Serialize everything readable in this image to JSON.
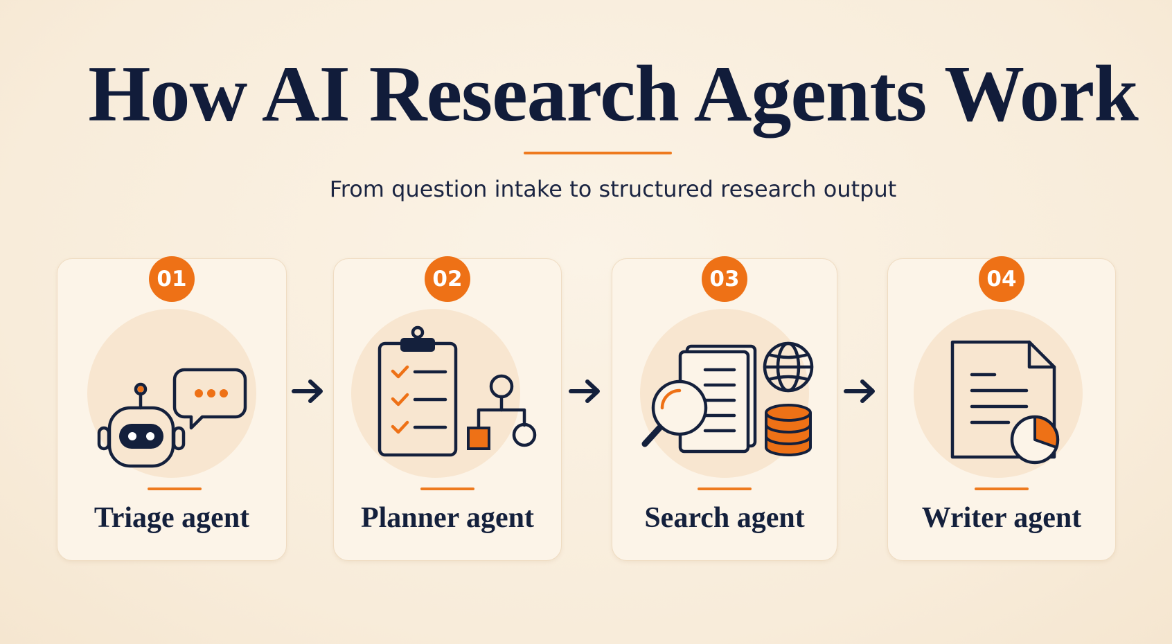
{
  "title": "How AI Research Agents Work",
  "subtitle": "From question intake to structured research output",
  "colors": {
    "accent": "#ee7116",
    "navy": "#14203c",
    "background": "#f8ecda"
  },
  "steps": [
    {
      "number": "01",
      "label": "Triage agent",
      "icon": "robot-chat-icon"
    },
    {
      "number": "02",
      "label": "Planner agent",
      "icon": "checklist-flowchart-icon"
    },
    {
      "number": "03",
      "label": "Search agent",
      "icon": "search-globe-database-icon"
    },
    {
      "number": "04",
      "label": "Writer agent",
      "icon": "document-pie-chart-icon"
    }
  ]
}
